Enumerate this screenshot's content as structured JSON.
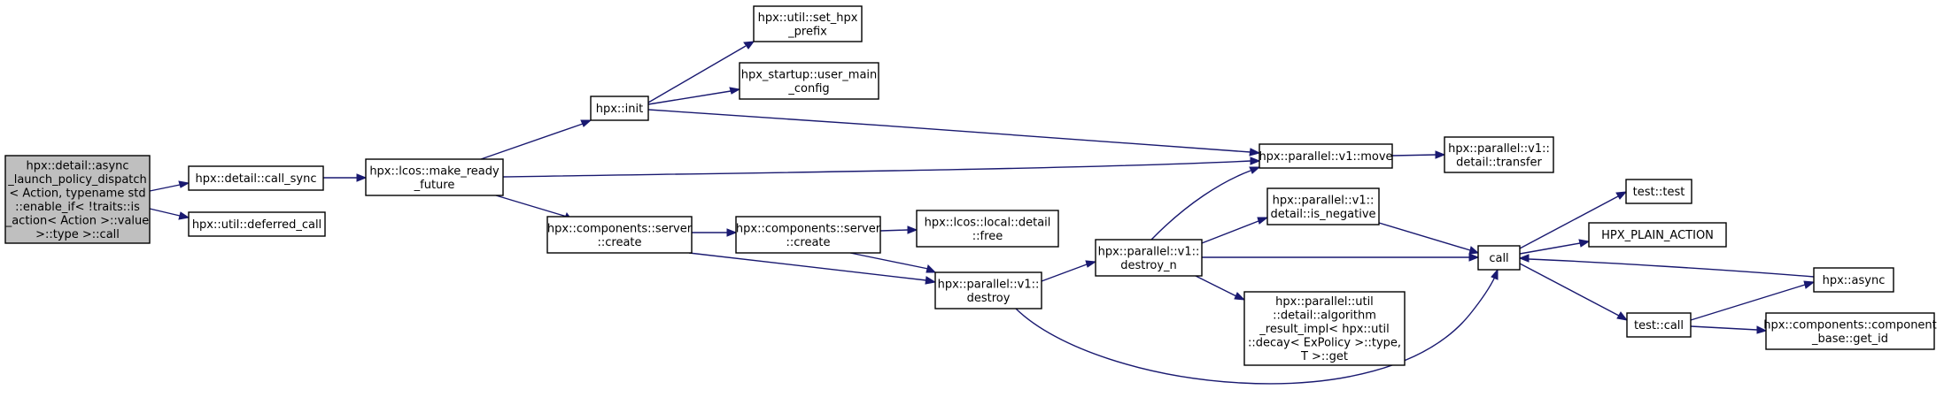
{
  "graph": {
    "nodes": {
      "root": [
        "hpx::detail::async",
        "_launch_policy_dispatch",
        "< Action, typename std",
        "::enable_if< !traits::is",
        "_action< Action >::value",
        " >::type >::call"
      ],
      "call_sync": [
        "hpx::detail::call_sync"
      ],
      "deferred_call": [
        "hpx::util::deferred_call"
      ],
      "make_ready_future": [
        "hpx::lcos::make_ready",
        "_future"
      ],
      "set_hpx_prefix": [
        "hpx::util::set_hpx",
        "_prefix"
      ],
      "user_main_config": [
        "hpx_startup::user_main",
        "_config"
      ],
      "hpx_init": [
        "hpx::init"
      ],
      "server_create_1": [
        "hpx::components::server",
        "::create"
      ],
      "server_create_2": [
        "hpx::components::server",
        "::create"
      ],
      "local_free": [
        "hpx::lcos::local::detail",
        "::free"
      ],
      "v1_destroy": [
        "hpx::parallel::v1::",
        "destroy"
      ],
      "destroy_n": [
        "hpx::parallel::v1::",
        "destroy_n"
      ],
      "v1_move": [
        "hpx::parallel::v1::move"
      ],
      "detail_transfer": [
        "hpx::parallel::v1::",
        "detail::transfer"
      ],
      "is_negative": [
        "hpx::parallel::v1::",
        "detail::is_negative"
      ],
      "algorithm_result": [
        "hpx::parallel::util",
        "::detail::algorithm",
        "_result_impl< hpx::util",
        "::decay< ExPolicy >::type,",
        " T >::get"
      ],
      "call": [
        "call"
      ],
      "test_test": [
        "test::test"
      ],
      "hpx_plain_action": [
        "HPX_PLAIN_ACTION"
      ],
      "test_call": [
        "test::call"
      ],
      "hpx_async": [
        "hpx::async"
      ],
      "get_id": [
        "hpx::components::component",
        "_base::get_id"
      ]
    }
  }
}
